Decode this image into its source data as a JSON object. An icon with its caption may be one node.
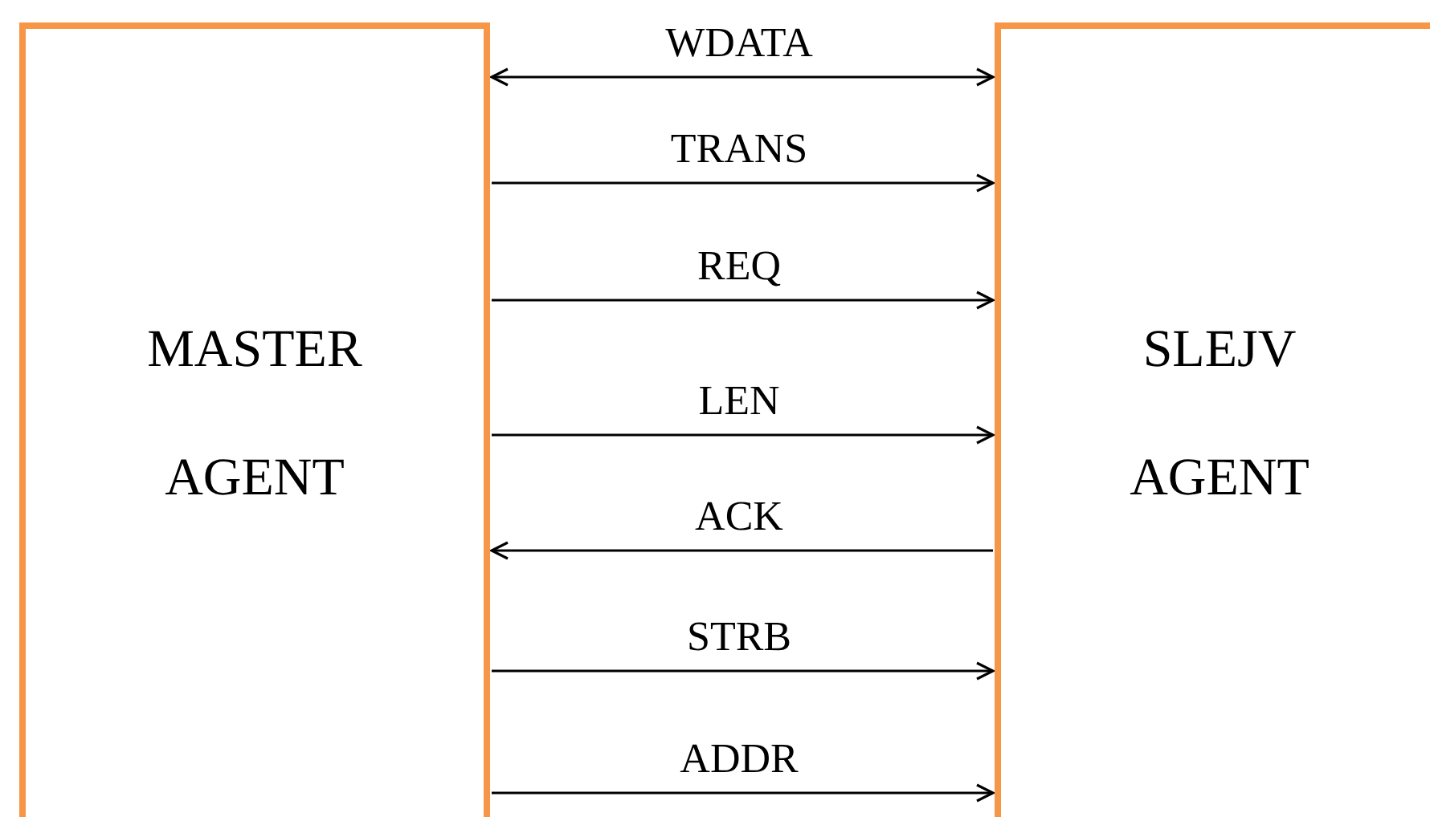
{
  "diagram": {
    "nodes": [
      {
        "text": [
          "MASTER AGENT"
        ]
      },
      {
        "text": [
          "SLEJV AGENT"
        ]
      }
    ],
    "edges": [
      {
        "from": 0,
        "to": 1,
        "arrow": "both",
        "label": "WDATA"
      },
      {
        "from": 0,
        "to": 1,
        "arrow": "to",
        "label": "TRANS"
      },
      {
        "from": 0,
        "to": 1,
        "arrow": "to",
        "label": "REQ"
      },
      {
        "from": 0,
        "to": 1,
        "arrow": "to",
        "label": "LEN"
      },
      {
        "from": 1,
        "to": 0,
        "arrow": "to",
        "label": "ACK"
      },
      {
        "from": 0,
        "to": 1,
        "arrow": "to",
        "label": "STRB"
      },
      {
        "from": 0,
        "to": 1,
        "arrow": "to",
        "label": "ADDR"
      }
    ]
  }
}
